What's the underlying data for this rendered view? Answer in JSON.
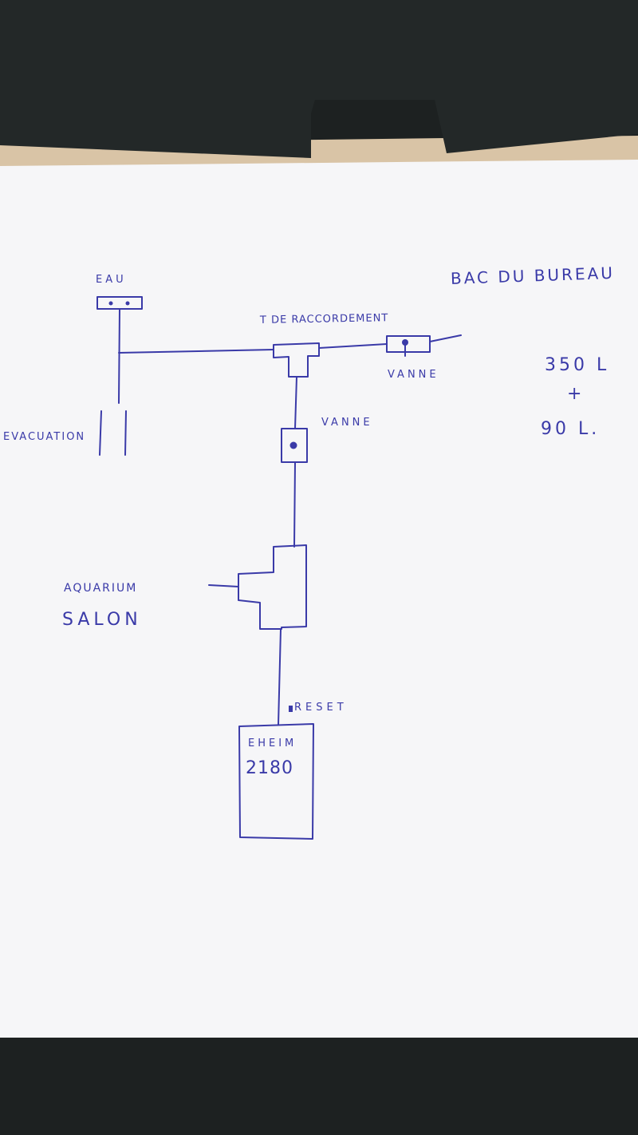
{
  "labels": {
    "eau": "EAU",
    "evacuation": "EVACUATION",
    "t_raccordement": "T DE RACCORDEMENT",
    "vanne_right": "VANNE",
    "vanne_mid": "VANNE",
    "bac_du_bureau": "BAC DU BUREAU",
    "volume_1": "350 L",
    "plus": "+",
    "volume_2": "90 L.",
    "aquarium_line1": "AQUARIUM",
    "aquarium_line2": "SALON",
    "reset": "RESET",
    "filter_brand": "EHEIM",
    "filter_model": "2180"
  },
  "colors": {
    "ink": "#3a3aa8",
    "paper": "#f6f6f8",
    "table": "#1d2121",
    "desk": "#d9c4a6"
  }
}
